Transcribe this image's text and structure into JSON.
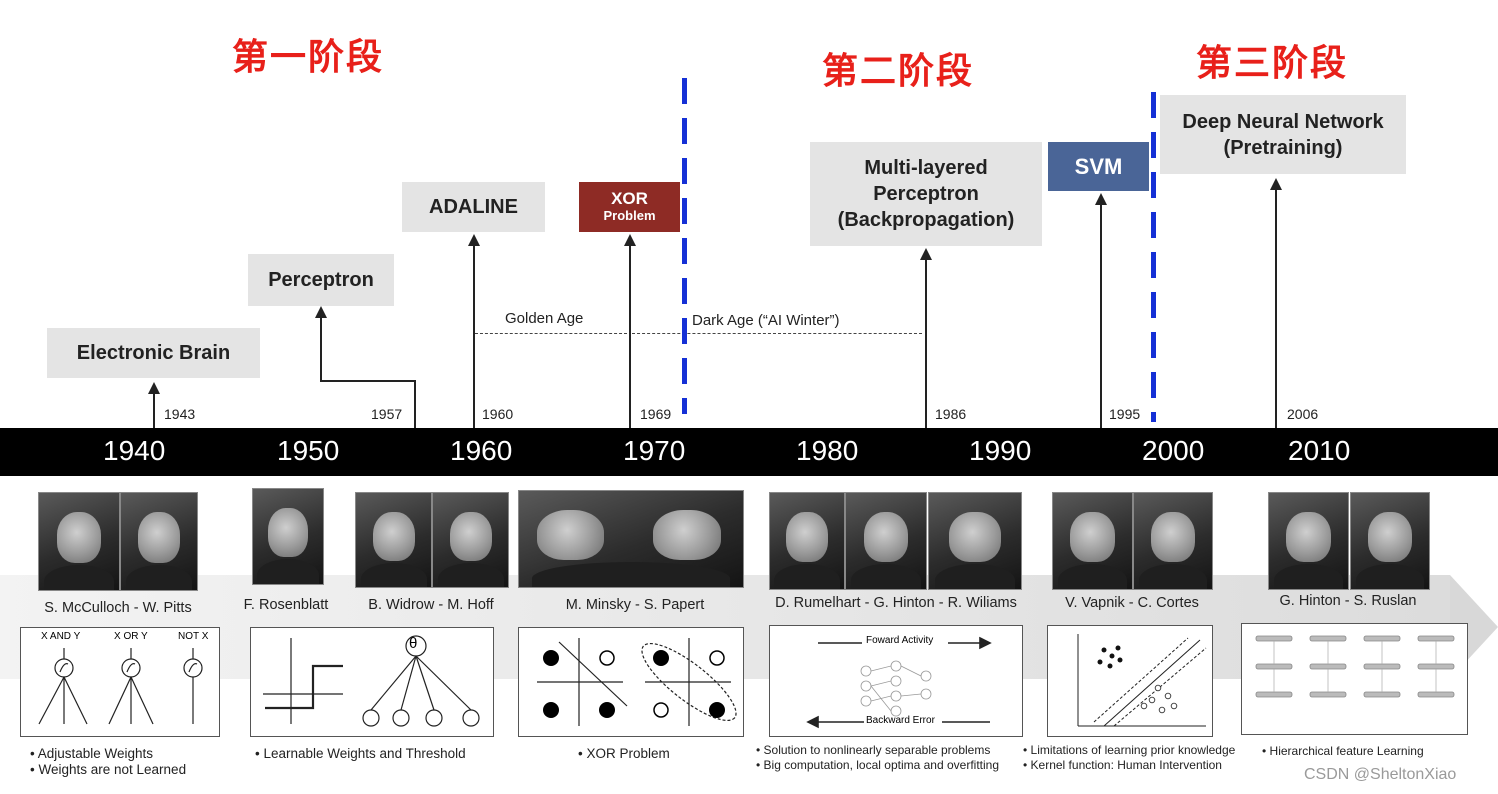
{
  "stages": {
    "s1": "第一阶段",
    "s2": "第二阶段",
    "s3": "第三阶段"
  },
  "milestones": {
    "electronic_brain": "Electronic Brain",
    "perceptron": "Perceptron",
    "adaline": "ADALINE",
    "xor_line1": "XOR",
    "xor_line2": "Problem",
    "mlp_line1": "Multi-layered",
    "mlp_line2": "Perceptron",
    "mlp_line3": "(Backpropagation)",
    "svm": "SVM",
    "dnn_line1": "Deep Neural Network",
    "dnn_line2": "(Pretraining)"
  },
  "years": {
    "y1943": "1943",
    "y1957": "1957",
    "y1960": "1960",
    "y1969": "1969",
    "y1986": "1986",
    "y1995": "1995",
    "y2006": "2006"
  },
  "periods": {
    "golden": "Golden Age",
    "dark": "Dark Age (“AI Winter”)"
  },
  "decades": [
    "1940",
    "1950",
    "1960",
    "1970",
    "1980",
    "1990",
    "2000",
    "2010"
  ],
  "people": {
    "p1": "S. McCulloch - W. Pitts",
    "p2": "F. Rosenblatt",
    "p3": "B. Widrow - M. Hoff",
    "p4": "M. Minsky - S. Papert",
    "p5": "D. Rumelhart - G. Hinton - R. Wiliams",
    "p6": "V. Vapnik - C. Cortes",
    "p7": "G. Hinton - S. Ruslan"
  },
  "diagrams": {
    "logic": {
      "and": "X AND Y",
      "or": "X OR Y",
      "not": "NOT X"
    },
    "mlp": {
      "forward": "Foward Activity",
      "backward": "Backward Error"
    },
    "theta": "θ"
  },
  "bullets": {
    "b1a": "• Adjustable Weights",
    "b1b": "• Weights are not Learned",
    "b2": "• Learnable Weights  and Threshold",
    "b3": "• XOR Problem",
    "b4a": "• Solution to nonlinearly separable problems",
    "b4b": "• Big computation, local optima and overfitting",
    "b5a": "• Limitations of learning prior knowledge",
    "b5b": "• Kernel function: Human Intervention",
    "b6": "• Hierarchical feature Learning"
  },
  "watermark": "CSDN @SheltonXiao",
  "colors": {
    "stage_red": "#e8201a",
    "divider_blue": "#1530d6",
    "xor_box": "#8e2b25",
    "svm_box": "#4a6597"
  }
}
